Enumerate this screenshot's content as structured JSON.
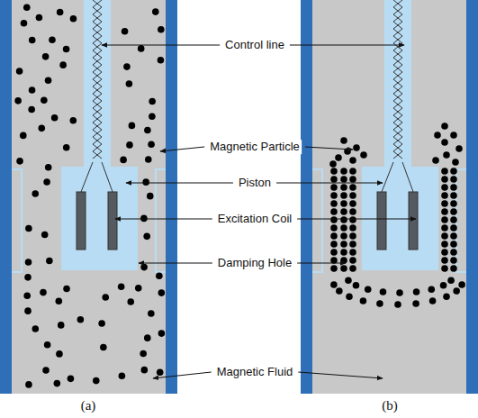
{
  "diagram": {
    "labels": [
      "Control line",
      "Magnetic Particle",
      "Piston",
      "Excitation Coil",
      "Damping Hole",
      "Magnetic Fluid",
      "(a)",
      "(b)"
    ]
  }
}
